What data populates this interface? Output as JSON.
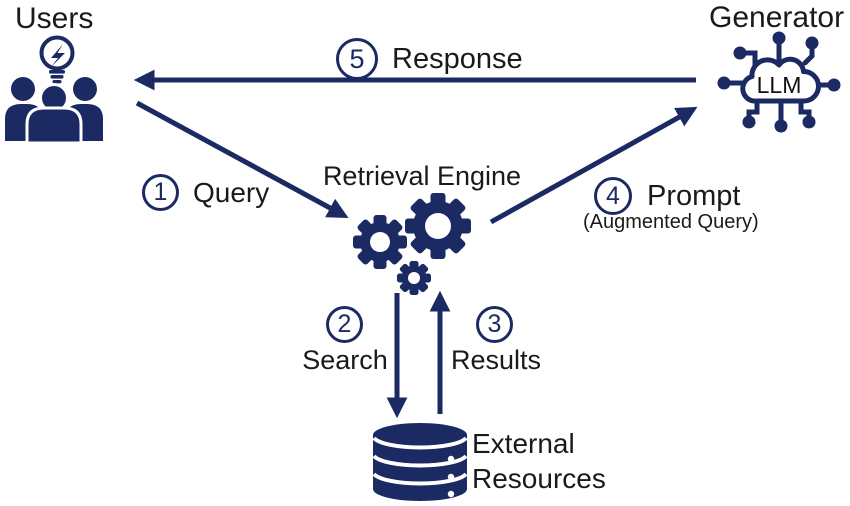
{
  "colors": {
    "navy": "#1b2a63",
    "text": "#1a1a1a"
  },
  "nodes": {
    "users": {
      "label": "Users"
    },
    "generator": {
      "label": "Generator",
      "llm": "LLM"
    },
    "retrieval": {
      "label": "Retrieval Engine"
    },
    "resources": {
      "label": "External Resources"
    }
  },
  "steps": [
    {
      "num": "1",
      "label": "Query"
    },
    {
      "num": "2",
      "label": "Search"
    },
    {
      "num": "3",
      "label": "Results"
    },
    {
      "num": "4",
      "label": "Prompt",
      "sublabel": "(Augmented Query)"
    },
    {
      "num": "5",
      "label": "Response"
    }
  ]
}
